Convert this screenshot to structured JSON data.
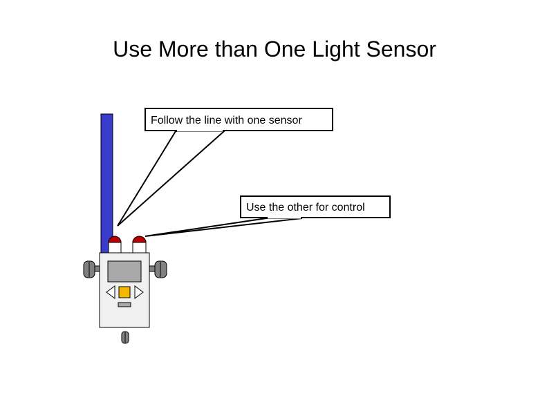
{
  "slide": {
    "title": "Use More than One Light Sensor"
  },
  "callouts": [
    {
      "text": "Follow the line with one sensor"
    },
    {
      "text": "Use the other for control"
    }
  ],
  "colors": {
    "line": "#3a3ccc",
    "sensor_cap": "#b80000",
    "robot_body": "#f0f0f0",
    "screen": "#a8a8a8",
    "center_button": "#f5b800",
    "wheel": "#808080"
  },
  "icons": {
    "left_arrow": "left-arrow-button-icon",
    "right_arrow": "right-arrow-button-icon",
    "center": "orange-enter-button-icon"
  }
}
